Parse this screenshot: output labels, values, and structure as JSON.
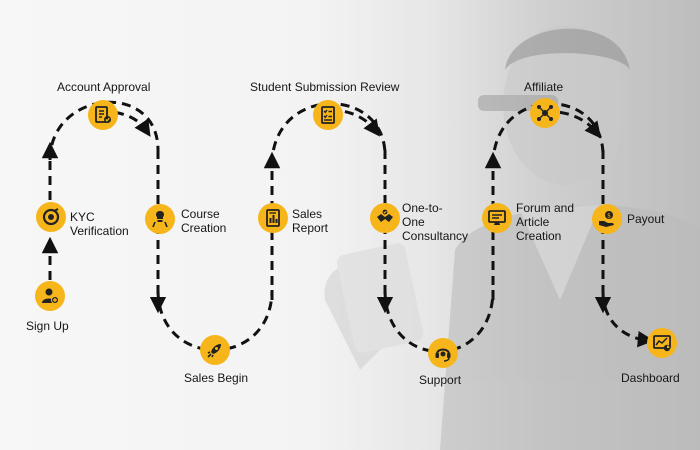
{
  "steps": {
    "sign_up": {
      "label": "Sign Up",
      "icon": "add-user-icon"
    },
    "kyc": {
      "label_line1": "KYC",
      "label_line2": "Verification",
      "icon": "id-verification-icon"
    },
    "account_approval": {
      "label": "Account Approval",
      "icon": "document-check-icon"
    },
    "course_creation": {
      "label_line1": "Course",
      "label_line2": "Creation",
      "icon": "lightbulb-person-icon"
    },
    "sales_begin": {
      "label": "Sales Begin",
      "icon": "rocket-icon"
    },
    "sales_report": {
      "label_line1": "Sales",
      "label_line2": "Report",
      "icon": "report-chart-icon"
    },
    "student_submission_review": {
      "label": "Student Submission Review",
      "icon": "checklist-icon"
    },
    "one_to_one": {
      "label_line1": "One-to-",
      "label_line2": "One",
      "label_line3": "Consultancy",
      "icon": "handshake-icon"
    },
    "support": {
      "label": "Support",
      "icon": "headset-icon"
    },
    "forum": {
      "label_line1": "Forum and",
      "label_line2": "Article",
      "label_line3": "Creation",
      "icon": "monitor-article-icon"
    },
    "affiliate": {
      "label": "Affiliate",
      "icon": "network-icon"
    },
    "payout": {
      "label": "Payout",
      "icon": "hand-money-icon"
    },
    "dashboard": {
      "label": "Dashboard",
      "icon": "dashboard-chart-icon"
    }
  },
  "colors": {
    "accent": "#f6b51b",
    "path": "#111111",
    "text": "#161616"
  }
}
